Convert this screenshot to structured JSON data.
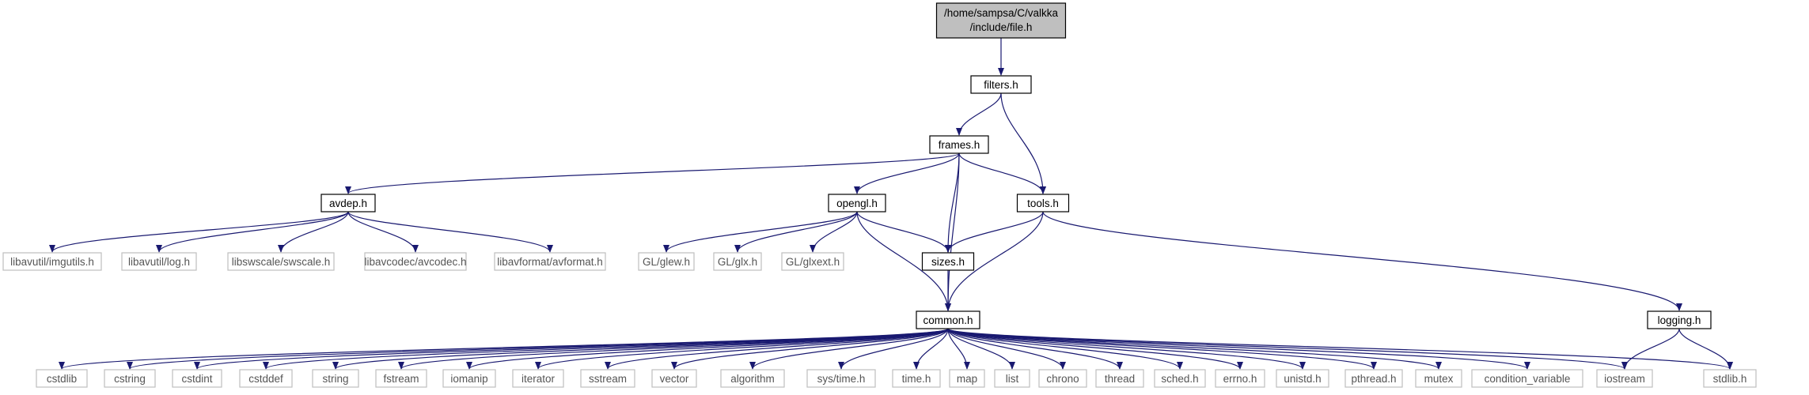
{
  "colors": {
    "edge": "#191970",
    "root_fill": "#bfbfbf",
    "node_border": "#000000",
    "ext_border": "#bfbfbf",
    "ext_text": "#555555"
  },
  "nodes": {
    "root": {
      "label_line1": "/home/sampsa/C/valkka",
      "label_line2": "/include/file.h"
    },
    "filters": "filters.h",
    "frames": "frames.h",
    "avdep": "avdep.h",
    "opengl": "opengl.h",
    "tools": "tools.h",
    "sizes": "sizes.h",
    "common": "common.h",
    "logging": "logging.h",
    "imgutils": "libavutil/imgutils.h",
    "log": "libavutil/log.h",
    "swscale": "libswscale/swscale.h",
    "avcodec": "libavcodec/avcodec.h",
    "avformat": "libavformat/avformat.h",
    "glew": "GL/glew.h",
    "glx": "GL/glx.h",
    "glxext": "GL/glxext.h",
    "cstdlib": "cstdlib",
    "cstring": "cstring",
    "cstdint": "cstdint",
    "cstddef": "cstddef",
    "string": "string",
    "fstream": "fstream",
    "iomanip": "iomanip",
    "iterator": "iterator",
    "sstream": "sstream",
    "vector": "vector",
    "algorithm": "algorithm",
    "systime": "sys/time.h",
    "timeh": "time.h",
    "map": "map",
    "list": "list",
    "chrono": "chrono",
    "thread": "thread",
    "sched": "sched.h",
    "errno": "errno.h",
    "unistd": "unistd.h",
    "pthread": "pthread.h",
    "mutex": "mutex",
    "condvar": "condition_variable",
    "iostream": "iostream",
    "stdlib": "stdlib.h"
  },
  "edges": [
    [
      "root",
      "filters"
    ],
    [
      "filters",
      "frames"
    ],
    [
      "filters",
      "tools"
    ],
    [
      "frames",
      "avdep"
    ],
    [
      "frames",
      "opengl"
    ],
    [
      "frames",
      "sizes"
    ],
    [
      "frames",
      "tools"
    ],
    [
      "frames",
      "common"
    ],
    [
      "avdep",
      "imgutils"
    ],
    [
      "avdep",
      "log"
    ],
    [
      "avdep",
      "swscale"
    ],
    [
      "avdep",
      "avcodec"
    ],
    [
      "avdep",
      "avformat"
    ],
    [
      "opengl",
      "glew"
    ],
    [
      "opengl",
      "glx"
    ],
    [
      "opengl",
      "glxext"
    ],
    [
      "opengl",
      "sizes"
    ],
    [
      "opengl",
      "common"
    ],
    [
      "tools",
      "sizes"
    ],
    [
      "tools",
      "common"
    ],
    [
      "tools",
      "logging"
    ],
    [
      "sizes",
      "common"
    ],
    [
      "logging",
      "iostream"
    ],
    [
      "logging",
      "stdlib"
    ],
    [
      "common",
      "cstdlib"
    ],
    [
      "common",
      "cstring"
    ],
    [
      "common",
      "cstdint"
    ],
    [
      "common",
      "cstddef"
    ],
    [
      "common",
      "string"
    ],
    [
      "common",
      "fstream"
    ],
    [
      "common",
      "iomanip"
    ],
    [
      "common",
      "iterator"
    ],
    [
      "common",
      "sstream"
    ],
    [
      "common",
      "vector"
    ],
    [
      "common",
      "algorithm"
    ],
    [
      "common",
      "systime"
    ],
    [
      "common",
      "timeh"
    ],
    [
      "common",
      "map"
    ],
    [
      "common",
      "list"
    ],
    [
      "common",
      "chrono"
    ],
    [
      "common",
      "thread"
    ],
    [
      "common",
      "sched"
    ],
    [
      "common",
      "errno"
    ],
    [
      "common",
      "unistd"
    ],
    [
      "common",
      "pthread"
    ],
    [
      "common",
      "mutex"
    ],
    [
      "common",
      "condvar"
    ],
    [
      "common",
      "iostream"
    ],
    [
      "common",
      "stdlib"
    ]
  ]
}
